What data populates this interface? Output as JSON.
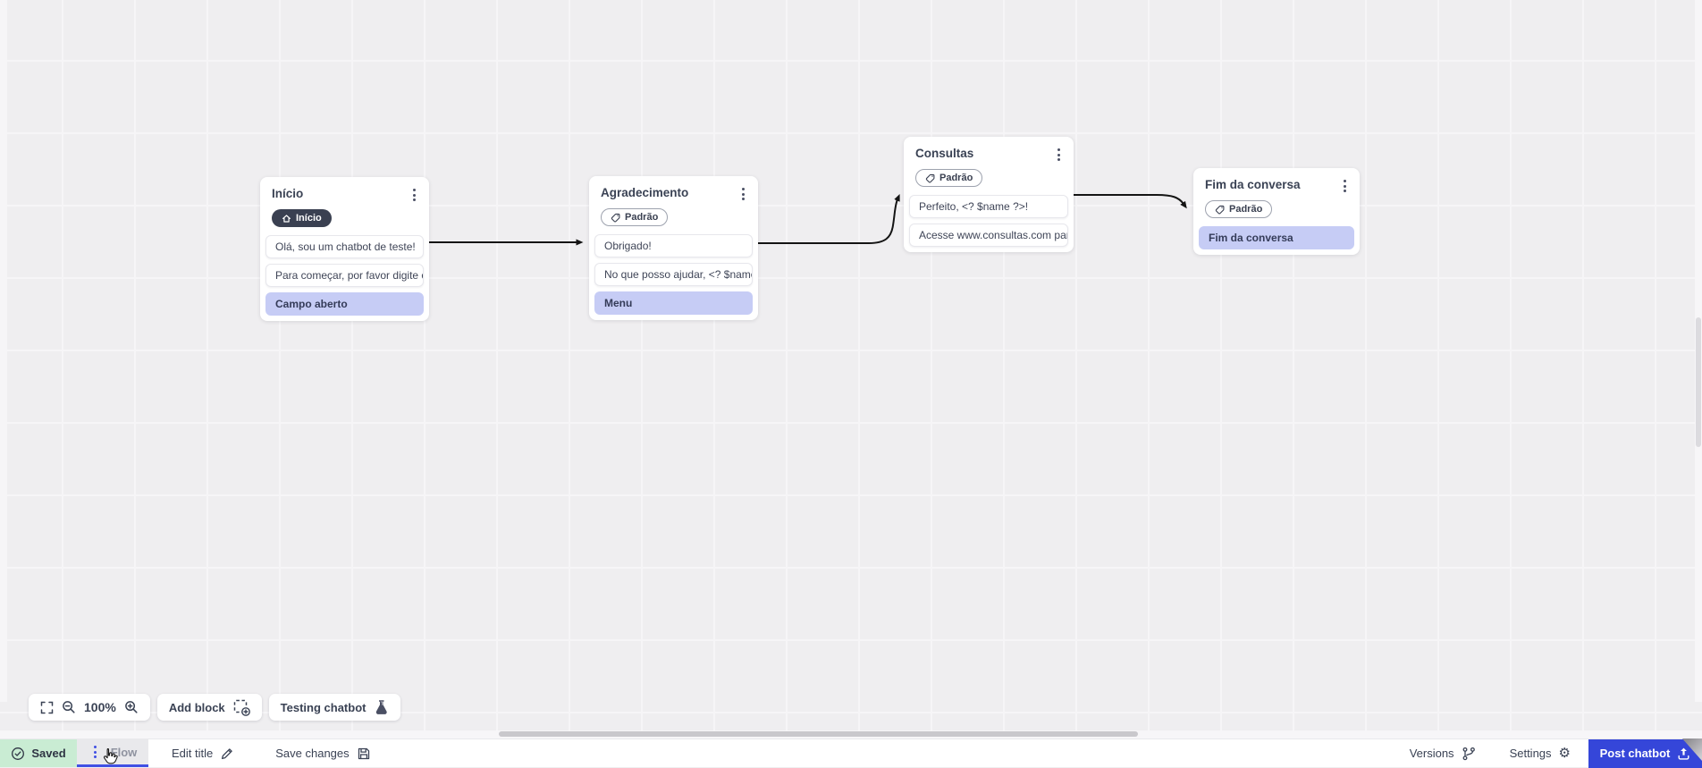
{
  "canvas": {
    "zoom_level": "100%",
    "nodes": [
      {
        "title": "Início",
        "menu_icon": "kebab-menu-icon",
        "badge": {
          "label": "Início",
          "icon": "home-icon",
          "style": "dark"
        },
        "cards": [
          {
            "type": "message",
            "text": "Olá, sou um chatbot de teste!"
          },
          {
            "type": "message",
            "text": "Para começar, por favor digite o ..."
          },
          {
            "type": "input",
            "text": "Campo aberto"
          }
        ]
      },
      {
        "title": "Agradecimento",
        "menu_icon": "kebab-menu-icon",
        "badge": {
          "label": "Padrão",
          "icon": "tag-icon",
          "style": "outline"
        },
        "cards": [
          {
            "type": "message",
            "text": "Obrigado!"
          },
          {
            "type": "message",
            "text": "No que posso ajudar, <? $name ..."
          },
          {
            "type": "input",
            "text": "Menu"
          }
        ]
      },
      {
        "title": "Consultas",
        "menu_icon": "kebab-menu-icon",
        "badge": {
          "label": "Padrão",
          "icon": "tag-icon",
          "style": "outline"
        },
        "cards": [
          {
            "type": "message",
            "text": "Perfeito, <? $name ?>!"
          },
          {
            "type": "message",
            "text": "Acesse www.consultas.com par..."
          }
        ]
      },
      {
        "title": "Fim da conversa",
        "menu_icon": "kebab-menu-icon",
        "badge": {
          "label": "Padrão",
          "icon": "tag-icon",
          "style": "outline"
        },
        "cards": [
          {
            "type": "input",
            "text": "Fim da conversa"
          }
        ]
      }
    ],
    "connections": [
      {
        "from": "Início",
        "to": "Agradecimento"
      },
      {
        "from": "Agradecimento",
        "to": "Consultas"
      },
      {
        "from": "Consultas",
        "to": "Fim da conversa"
      }
    ]
  },
  "toolbar": {
    "zoom_value": "100%",
    "fullscreen_icon": "fullscreen-icon",
    "zoom_out_icon": "zoom-out-icon",
    "zoom_in_icon": "zoom-in-icon",
    "add_block": {
      "label": "Add block",
      "icon": "add-block-icon"
    },
    "testing_chatbot": {
      "label": "Testing chatbot",
      "icon": "flask-icon"
    }
  },
  "bottom_bar": {
    "saved": {
      "label": "Saved",
      "icon": "check-circle-icon"
    },
    "flow_tab": {
      "label": "Flow",
      "icon": "kebab-menu-icon"
    },
    "edit_title": {
      "label": "Edit title",
      "icon": "pencil-icon"
    },
    "save_changes": {
      "label": "Save changes",
      "icon": "save-icon"
    },
    "versions": {
      "label": "Versions",
      "icon": "branch-icon"
    },
    "settings": {
      "label": "Settings",
      "icon": "gear-icon"
    },
    "post_chatbot": {
      "label": "Post chatbot",
      "icon": "upload-icon"
    }
  },
  "colors": {
    "canvas_bg": "#efeef0",
    "accent_indigo": "#3b48d8",
    "lavender_card": "#c6ccf5",
    "saved_green_bg": "#c9ecd3",
    "badge_dark_bg": "#3a4051",
    "connector": "#141414"
  }
}
